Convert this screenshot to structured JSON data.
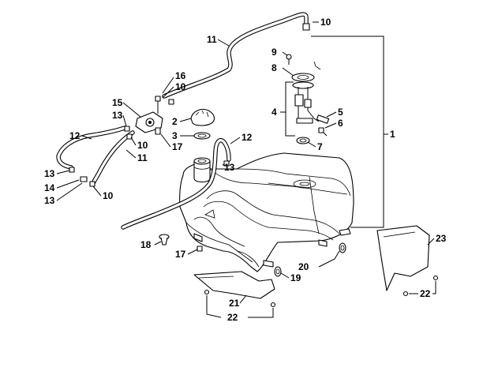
{
  "diagram": {
    "labels": {
      "l1": "1",
      "l2": "2",
      "l3": "3",
      "l4": "4",
      "l5": "5",
      "l6": "6",
      "l7": "7",
      "l8": "8",
      "l9": "9",
      "l10a": "10",
      "l10b": "10",
      "l10c": "10",
      "l10d": "10",
      "l11a": "11",
      "l11b": "11",
      "l12a": "12",
      "l12b": "12",
      "l13a": "13",
      "l13b": "13",
      "l13c": "13",
      "l13d": "13",
      "l14": "14",
      "l15": "15",
      "l16": "16",
      "l17a": "17",
      "l17b": "17",
      "l18": "18",
      "l19": "19",
      "l20": "20",
      "l21": "21",
      "l22a": "22",
      "l22b": "22",
      "l23": "23"
    }
  }
}
